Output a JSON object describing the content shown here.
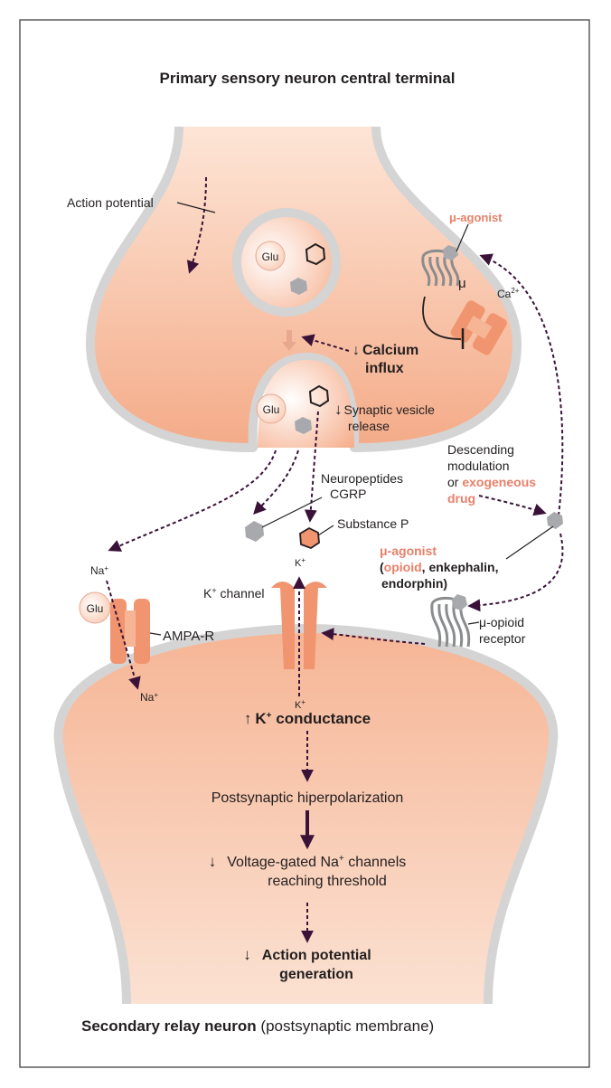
{
  "title": "Primary sensory neuron central terminal",
  "footer": {
    "bold": "Secondary relay neuron",
    "normal": " (postsynaptic membrane)"
  },
  "labels": {
    "action_potential": "Action potential",
    "mu_agonist_top": "μ-agonist",
    "mu": "μ",
    "ca": "Ca",
    "ca_sup": "2+",
    "glu": "Glu",
    "calcium_influx_arrow": "↓",
    "calcium_influx_1": "Calcium",
    "calcium_influx_2": "influx",
    "svr_arrow": "↓",
    "svr_1": "Synaptic vesicle",
    "svr_2": "release",
    "descending_1": "Descending",
    "descending_2": "modulation",
    "descending_3_prefix": "or ",
    "descending_3_accent": "exogeneous",
    "descending_4": "drug",
    "neuropeptides": "Neuropeptides",
    "cgrp": "CGRP",
    "substance_p": "Substance P",
    "mu_agonist_bottom": "μ-agonist",
    "paren_open": "(",
    "opioid": "opioid",
    "enkephalin": ", enkephalin,",
    "endorphin": "endorphin)",
    "na": "Na",
    "plus": "+",
    "k": "K",
    "k_channel_suffix": " channel",
    "ampa": "AMPA-R",
    "mu_opioid_1": "μ-opioid",
    "mu_opioid_2": "receptor",
    "k_cond_arrow": "↑",
    "k_cond_k": "K",
    "k_cond_rest": " conductance",
    "hyper": "Postsynaptic hiperpolarization",
    "vg_arrow": "↓",
    "vg_1": "Voltage-gated Na",
    "vg_1_end": " channels",
    "vg_2": "reaching threshold",
    "ap_arrow": "↓",
    "ap_1": "Action potential",
    "ap_2": "generation"
  },
  "colors": {
    "accent": "#e8806a",
    "membrane": "#d4d4d4",
    "cell_fill": "#f7c7ad",
    "arrow": "#3a1238"
  }
}
